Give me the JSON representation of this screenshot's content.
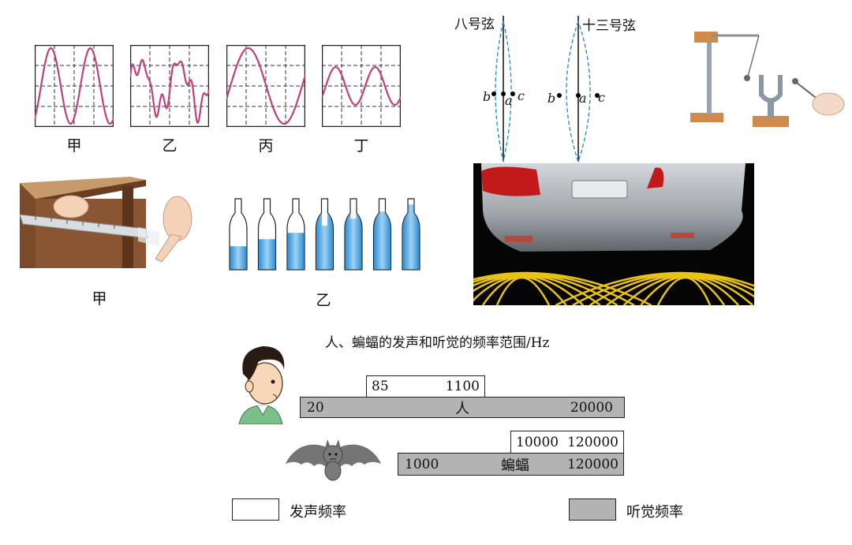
{
  "waveforms": {
    "labels": [
      "甲",
      "乙",
      "丙",
      "丁"
    ]
  },
  "experiments": {
    "ruler_label": "甲",
    "bottles_label": "乙"
  },
  "strings": {
    "string_eight": "八号弦",
    "string_thirteen": "十三号弦",
    "point_b": "b",
    "point_a": "a",
    "point_c": "c"
  },
  "frequency_chart": {
    "title": "人、蝙蝠的发声和听觉的频率范围/Hz",
    "human": {
      "name": "人",
      "emit_low": "85",
      "emit_high": "1100",
      "hear_low": "20",
      "hear_high": "20000"
    },
    "bat": {
      "name": "蝙蝠",
      "emit_low": "10000",
      "emit_high": "120000",
      "hear_low": "1000",
      "hear_high": "120000"
    },
    "legend": {
      "emit": "发声频率",
      "hear": "听觉频率"
    },
    "colors": {
      "hear_fill": "#b3b3b3",
      "emit_fill": "#ffffff",
      "wave": "#c0407a"
    }
  }
}
